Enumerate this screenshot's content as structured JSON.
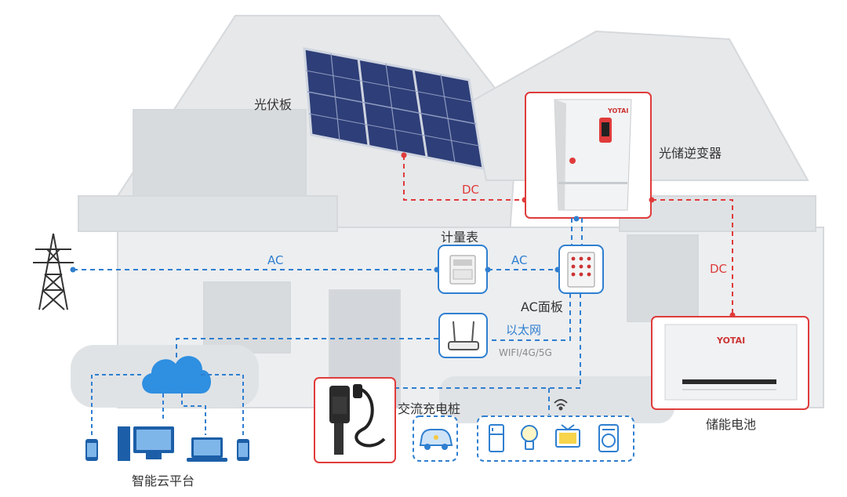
{
  "labels": {
    "pv_panel": "光伏板",
    "inverter": "光储逆变器",
    "battery": "储能电池",
    "meter": "计量表",
    "ac_panel": "AC面板",
    "ethernet": "以太网",
    "wireless": "WIFI/4G/5G",
    "charger": "交流充电桩",
    "cloud_platform": "智能云平台",
    "dc_top": "DC",
    "dc_right": "DC",
    "ac_grid": "AC",
    "ac_meter_panel": "AC"
  },
  "brand": {
    "inverter_logo": "YOTAI",
    "battery_logo": "YOTAI"
  },
  "colors": {
    "red": "#e03b3b",
    "blue": "#2f7fd0",
    "house": "#e4e6e8"
  },
  "icons": [
    "transmission-tower-icon",
    "cloud-icon",
    "router-icon",
    "wifi-icon",
    "fridge-icon",
    "bulb-icon",
    "tv-icon",
    "washer-icon",
    "car-icon",
    "phone-icon",
    "desktop-icon",
    "laptop-icon"
  ]
}
